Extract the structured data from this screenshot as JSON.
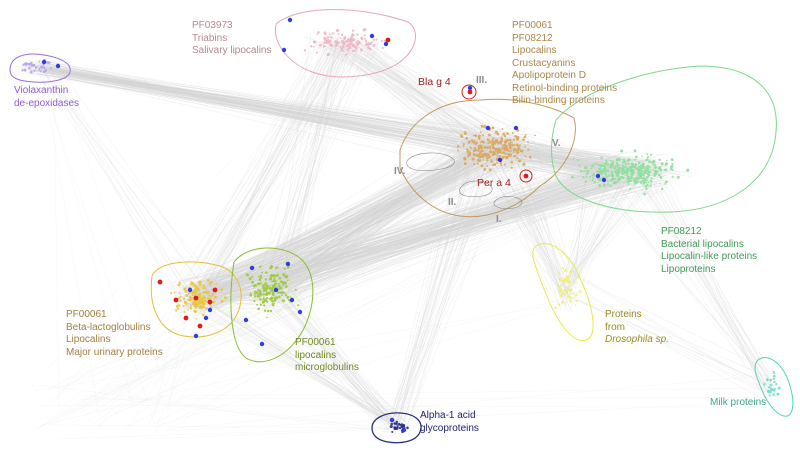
{
  "clusters": [
    {
      "id": "violaxanthin",
      "lines": [
        "Violaxanthin",
        "de-epoxidases"
      ],
      "color": "#8f5bd1"
    },
    {
      "id": "pf03973",
      "lines": [
        "PF03973",
        "Triabins",
        "Salivary lipocalins"
      ],
      "color": "#c8999c"
    },
    {
      "id": "pf00061-main",
      "lines": [
        "PF00061",
        "PF08212",
        "Lipocalins",
        "Crustacyanins",
        "Apolipoprotein D",
        "Retinol-binding proteins",
        "Bilin-binding proteins"
      ],
      "color": "#a8864a"
    },
    {
      "id": "pf08212",
      "lines": [
        "PF08212",
        "Bacterial lipocalins",
        "Lipocalin-like proteins",
        "Lipoproteins"
      ],
      "color": "#3f9a57"
    },
    {
      "id": "pf00061-beta",
      "lines": [
        "PF00061",
        "Beta-lactoglobulins",
        "Lipocalins",
        "Major urinary proteins"
      ],
      "color": "#a08040"
    },
    {
      "id": "pf00061-micro",
      "lines": [
        "PF00061",
        "lipocalins",
        "microglobulins"
      ],
      "color": "#6f8a1f"
    },
    {
      "id": "drosophila",
      "lines": [
        "Proteins",
        "from"
      ],
      "italic_line": "Drosophila sp.",
      "color": "#9a8a20"
    },
    {
      "id": "milk",
      "lines": [
        "Milk proteins"
      ],
      "color": "#3aa890"
    },
    {
      "id": "alpha1",
      "lines": [
        "Alpha-1 acid",
        "glycoproteins"
      ],
      "color": "#1b1f6e"
    }
  ],
  "allergens": [
    {
      "id": "blag4",
      "text": "Bla g 4",
      "color": "#9b1b1b"
    },
    {
      "id": "pera4",
      "text": "Per a 4",
      "color": "#9b1b1b"
    }
  ],
  "subgroups": [
    "I.",
    "II.",
    "III.",
    "IV.",
    "V."
  ],
  "colors": {
    "edge": "#d2d2d2",
    "violaxanthin": "#b9a4e6",
    "pf03973": "#f0b6c4",
    "lipocalins": "#d9a960",
    "pf08212": "#8ee09c",
    "betalacto": "#e8c840",
    "micro": "#9ccb3c",
    "drosophila": "#f0f06a",
    "milk": "#6fe0c8",
    "alpha1": "#2a2f86",
    "node_blue": "#2c3ee0",
    "node_red": "#e01a1a"
  }
}
